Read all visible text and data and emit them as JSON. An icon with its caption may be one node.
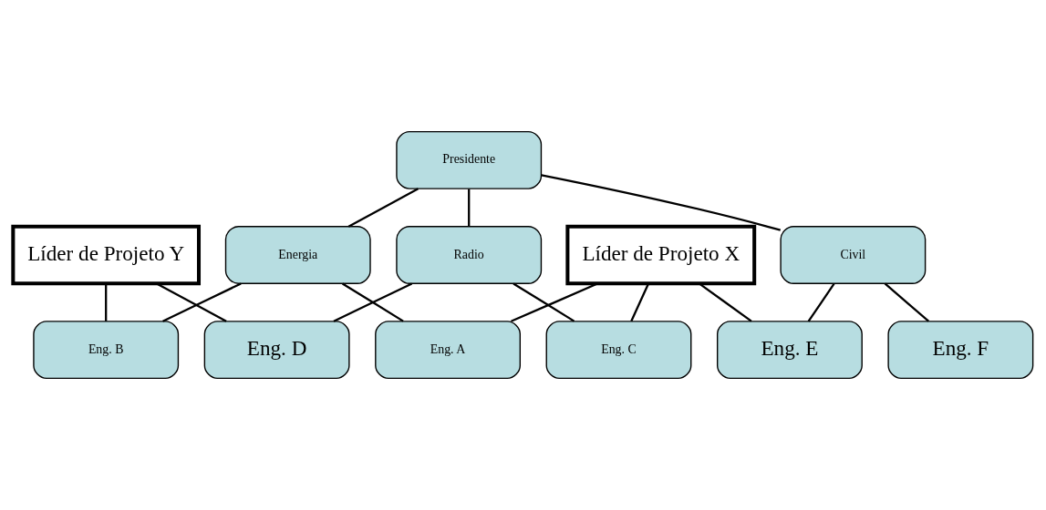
{
  "diagram": {
    "nodes": [
      {
        "text": [
          "Presidente"
        ]
      },
      {
        "text": [
          "Energia"
        ]
      },
      {
        "text": [
          "Radio"
        ]
      },
      {
        "text": [
          "Civil"
        ]
      },
      {
        "text": [
          "Eng. A"
        ]
      },
      {
        "text": [
          "Eng. B"
        ]
      },
      {
        "text": [
          "Eng. C"
        ]
      },
      {
        "text": [
          "Eng. D"
        ]
      },
      {
        "text": [
          "Eng. E"
        ]
      },
      {
        "text": [
          "Eng. F"
        ]
      },
      {
        "text": [
          "Líder de Projeto X"
        ]
      },
      {
        "text": [
          "Líder de Projeto Y"
        ]
      }
    ],
    "edges": [
      {
        "from": 0,
        "to": 1,
        "arrow": "none"
      },
      {
        "from": 0,
        "to": 2,
        "arrow": "none"
      },
      {
        "from": 0,
        "to": 3,
        "arrow": "none"
      },
      {
        "from": 1,
        "to": 4,
        "arrow": "none"
      },
      {
        "from": 1,
        "to": 5,
        "arrow": "none"
      },
      {
        "from": 2,
        "to": 6,
        "arrow": "none"
      },
      {
        "from": 2,
        "to": 7,
        "arrow": "none"
      },
      {
        "from": 3,
        "to": 8,
        "arrow": "none"
      },
      {
        "from": 3,
        "to": 9,
        "arrow": "none"
      },
      {
        "from": 10,
        "to": 4,
        "arrow": "none"
      },
      {
        "from": 10,
        "to": 6,
        "arrow": "none"
      },
      {
        "from": 10,
        "to": 8,
        "arrow": "none"
      },
      {
        "from": 11,
        "to": 5,
        "arrow": "none"
      },
      {
        "from": 11,
        "to": 7,
        "arrow": "none"
      }
    ]
  }
}
